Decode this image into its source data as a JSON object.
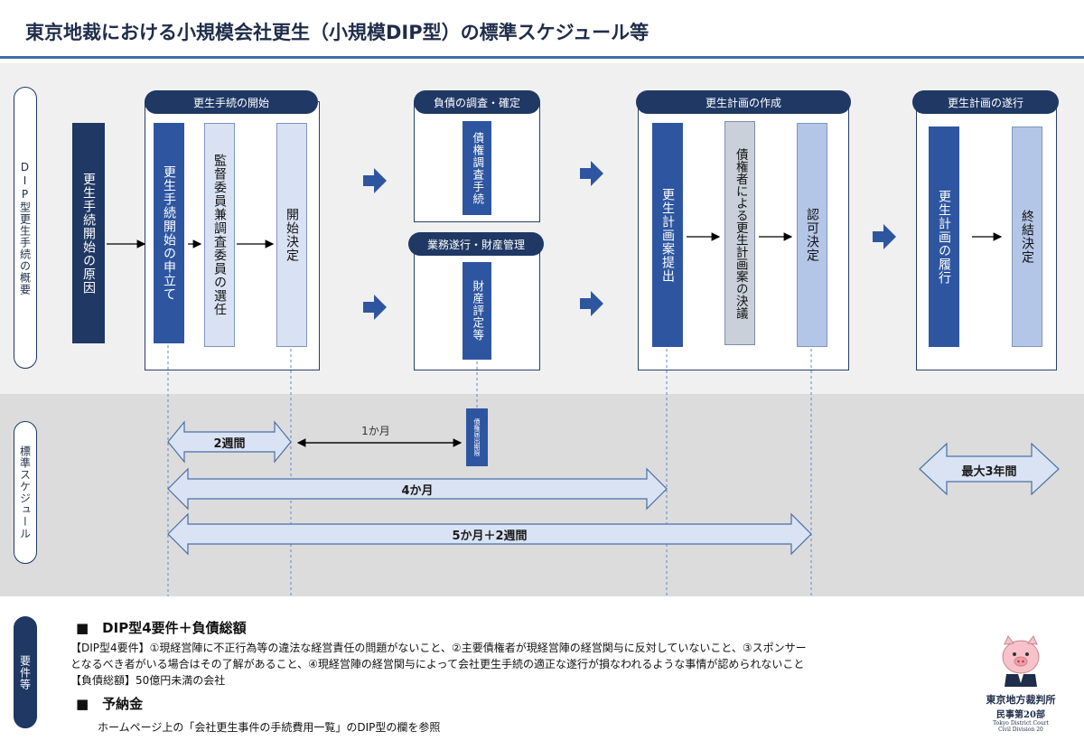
{
  "title": "東京地裁における小規模会社更生（小規模DIP型）の標準スケジュール等",
  "side_labels": {
    "overview": "DIP型更生手続の概要",
    "schedule": "標準スケジュール",
    "requirements": "要件等"
  },
  "sections": {
    "start": "更生手続の開始",
    "debt": "負債の調査・確定",
    "business": "業務遂行・財産管理",
    "plan": "更生計画の作成",
    "exec": "更生計画の遂行"
  },
  "boxes": {
    "cause": "更生手続開始の原因",
    "petition": "更生手続開始の申立て",
    "selection": "監督委員兼調査委員の選任",
    "start_decision": "開始決定",
    "claims_investigation": "債権調査手続",
    "asset_eval": "財産評定等",
    "plan_submit": "更生計画案提出",
    "plan_vote": "債権者による更生計画案の決議",
    "approval": "認可決定",
    "plan_exec": "更生計画の履行",
    "conclusion": "終結決定"
  },
  "schedule": {
    "two_weeks": "2週間",
    "one_month": "1か月",
    "claims_deadline": "債権届出期限",
    "four_months": "4か月",
    "five_months": "5か月＋2週間",
    "max_three_years": "最大3年間"
  },
  "requirements": {
    "head1": "■　DIP型4要件＋負債総額",
    "line1": "【DIP型4要件】①現経営陣に不正行為等の違法な経営責任の問題がないこと、②主要債権者が現経営陣の経営関与に反対していないこと、③スポンサー",
    "line2": "となるべき者がいる場合はその了解があること、④現経営陣の経営関与によって会社更生手続の適正な遂行が損なわれるような事情が認められないこと",
    "line3": "【負債総額】50億円未満の会社",
    "head2": "■　予納金",
    "line4": "ホームページ上の「会社更生事件の手続費用一覧」のDIP型の欄を参照"
  },
  "logo": {
    "court": "東京地方裁判所",
    "division": "民事第20部",
    "en1": "Tokyo District Court",
    "en2": "Civil Division 20"
  },
  "colors": {
    "navy": "#1f3864",
    "blue": "#2e56a0",
    "light": "#d9e2f3",
    "arrow_fill": "#dae3f3",
    "accent_line": "#3d6fa6"
  }
}
